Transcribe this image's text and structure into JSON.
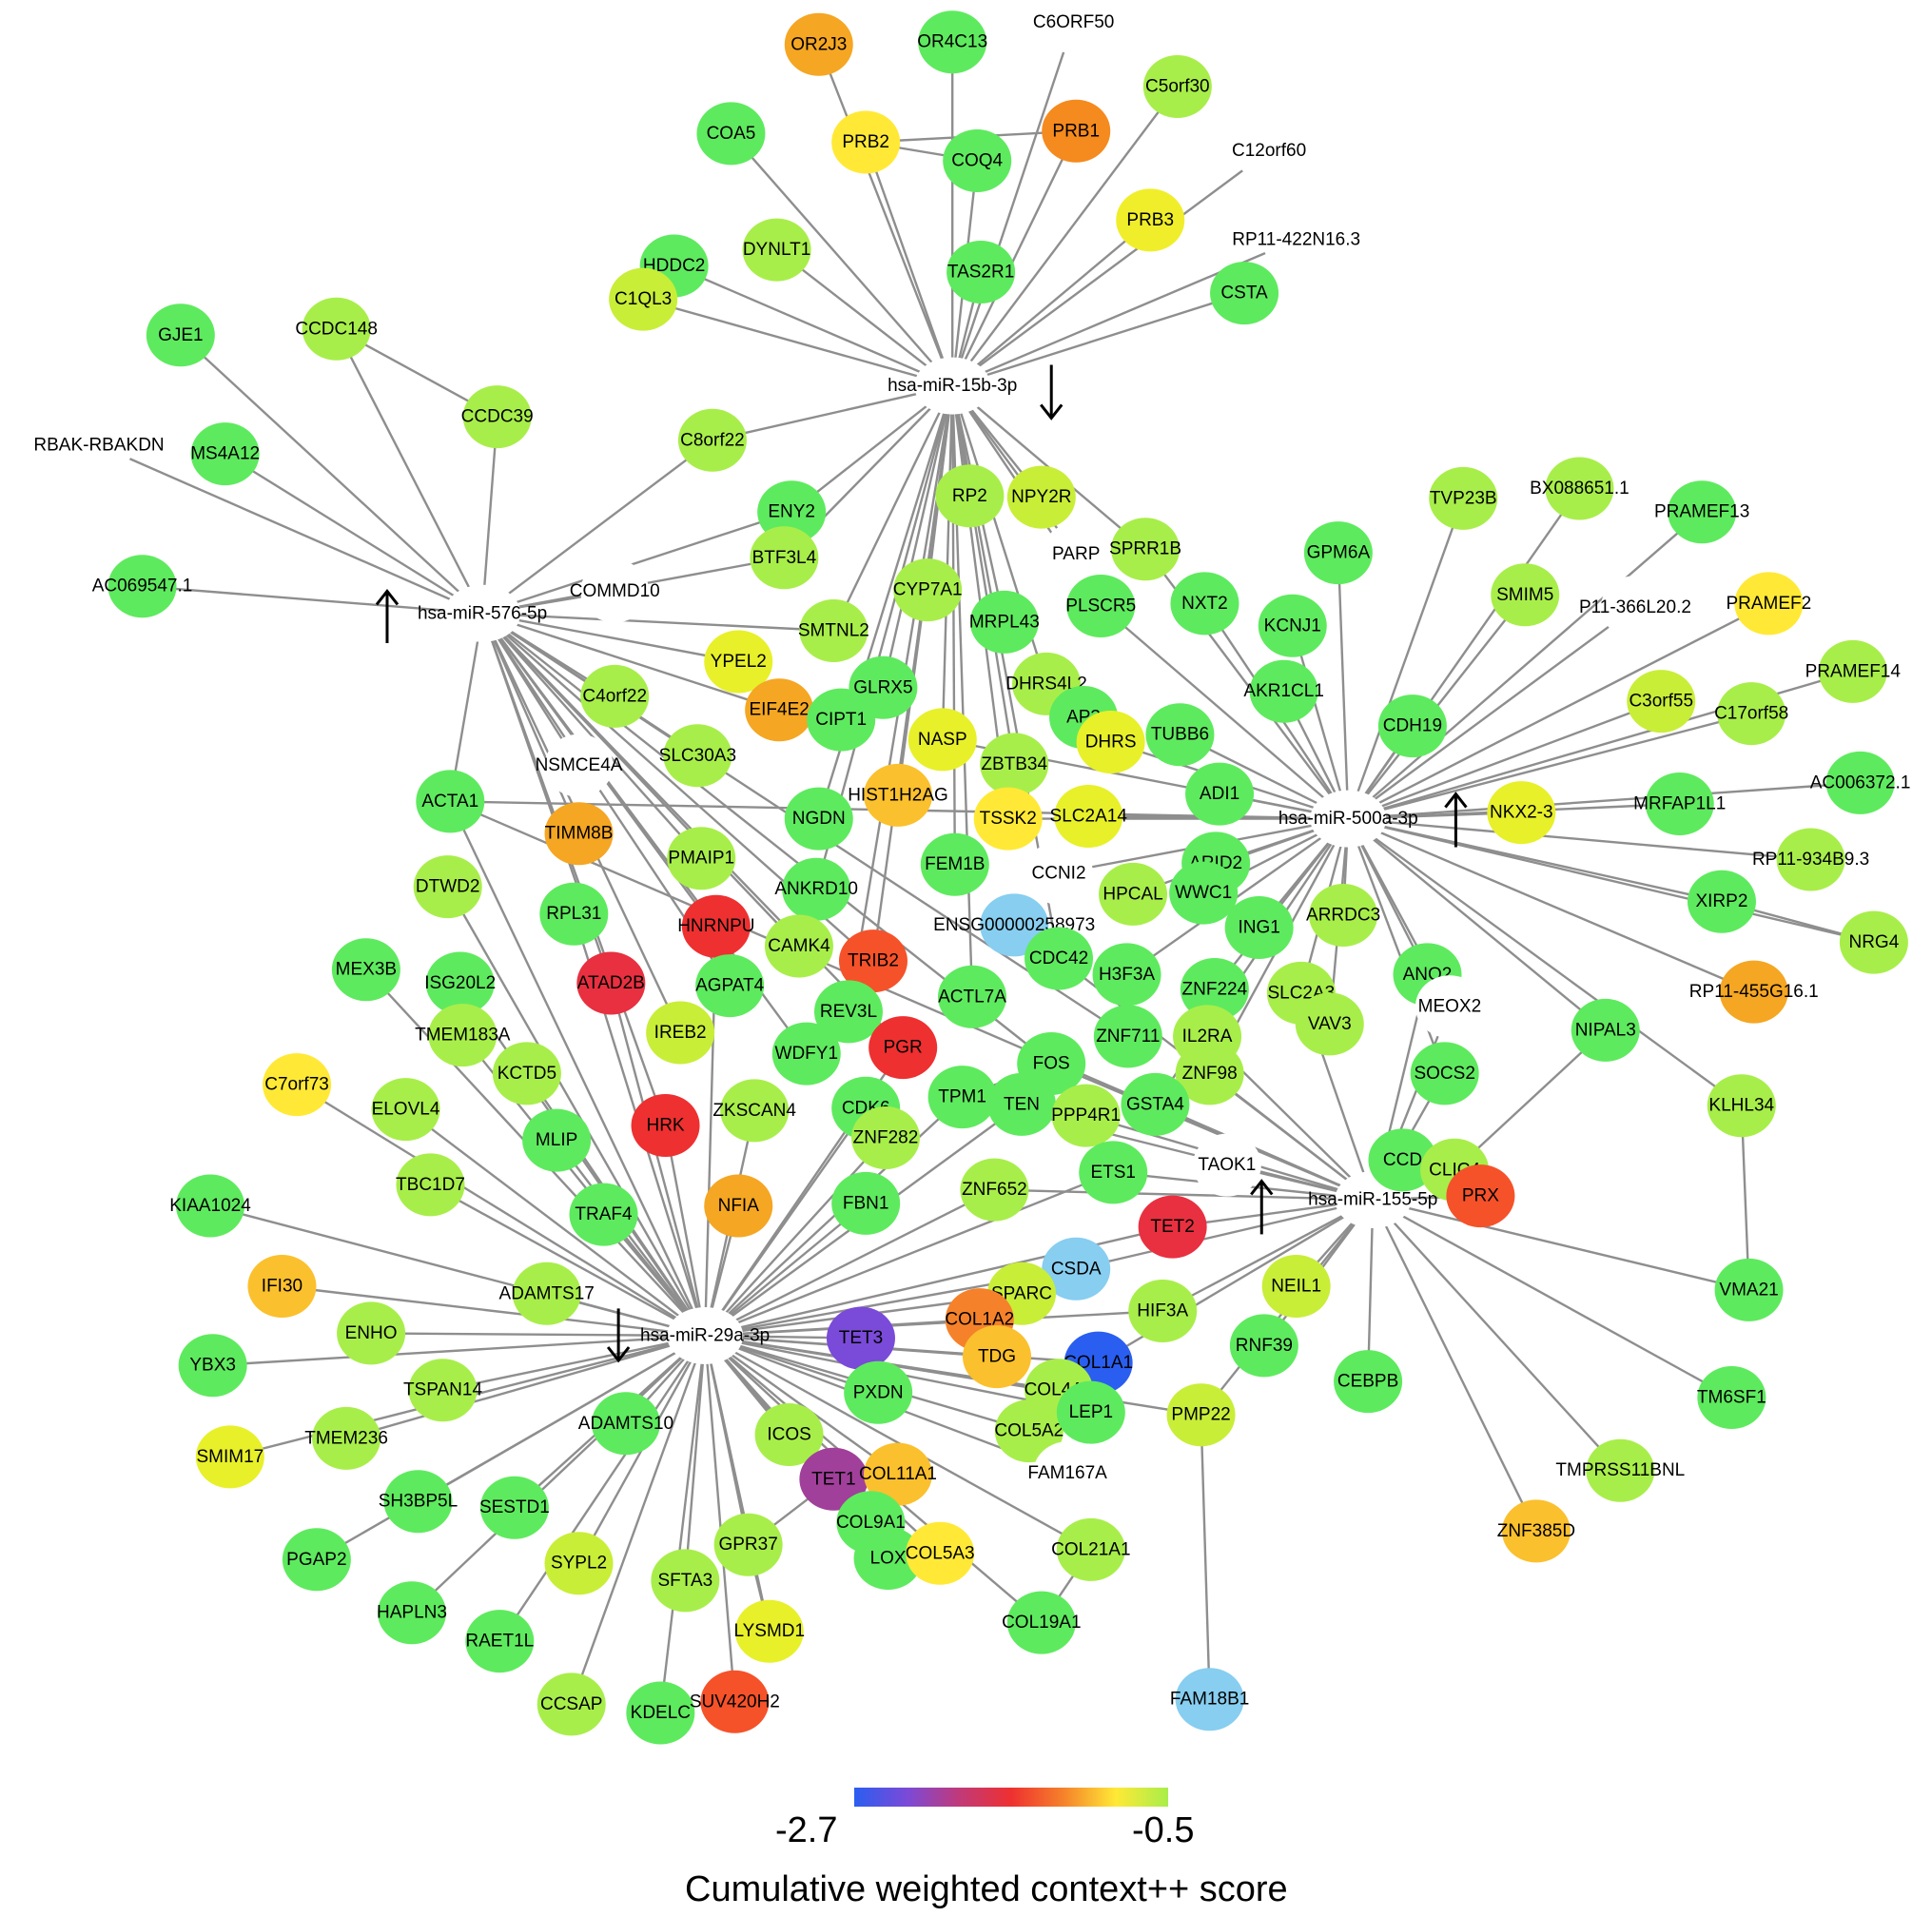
{
  "mirnas": [
    {
      "id": "m15b",
      "label": "hsa-miR-15b-3p",
      "direction": "down"
    },
    {
      "id": "m576",
      "label": "hsa-miR-576-5p",
      "direction": "up"
    },
    {
      "id": "m500",
      "label": "hsa-miR-500a-3p",
      "direction": "up"
    },
    {
      "id": "m155",
      "label": "hsa-miR-155-5p",
      "direction": "up"
    },
    {
      "id": "m29",
      "label": "hsa-miR-29a-3p",
      "direction": "down"
    }
  ],
  "genes": [
    {
      "label": "OR2J3",
      "color": "#f5a623"
    },
    {
      "label": "OR4C13",
      "color": "#5eea5e"
    },
    {
      "label": "C6ORF50",
      "color": "#ffffff"
    },
    {
      "label": "C5orf30",
      "color": "#a8ee4a"
    },
    {
      "label": "COA5",
      "color": "#5eea5e"
    },
    {
      "label": "PRB2",
      "color": "#ffe936"
    },
    {
      "label": "COQ4",
      "color": "#5eea5e"
    },
    {
      "label": "PRB1",
      "color": "#f58a1e"
    },
    {
      "label": "C12orf60",
      "color": "#ffffff"
    },
    {
      "label": "PRB3",
      "color": "#f0ee2a"
    },
    {
      "label": "RP11-422N16.3",
      "color": "#ffffff"
    },
    {
      "label": "DYNLT1",
      "color": "#a8ee4a"
    },
    {
      "label": "HDDC2",
      "color": "#5eea5e"
    },
    {
      "label": "C1QL3",
      "color": "#c8ee38"
    },
    {
      "label": "TAS2R1",
      "color": "#5eea5e"
    },
    {
      "label": "CSTA",
      "color": "#5eea5e"
    },
    {
      "label": "GJE1",
      "color": "#5eea5e"
    },
    {
      "label": "CCDC148",
      "color": "#a8ee4a"
    },
    {
      "label": "CCDC39",
      "color": "#a8ee4a"
    },
    {
      "label": "RBAK-RBAKDN",
      "color": "#ffffff"
    },
    {
      "label": "MS4A12",
      "color": "#5eea5e"
    },
    {
      "label": "C8orf22",
      "color": "#a8ee4a"
    },
    {
      "label": "ENY2",
      "color": "#5eea5e"
    },
    {
      "label": "RP2",
      "color": "#a8ee4a"
    },
    {
      "label": "NPY2R",
      "color": "#c8ee38"
    },
    {
      "label": "PARP",
      "color": "#ffffff"
    },
    {
      "label": "SPRR1B",
      "color": "#a8ee4a"
    },
    {
      "label": "AC069547.1",
      "color": "#5eea5e"
    },
    {
      "label": "COMMD10",
      "color": "#ffffff"
    },
    {
      "label": "BTF3L4",
      "color": "#a8ee4a"
    },
    {
      "label": "CYP7A1",
      "color": "#a8ee4a"
    },
    {
      "label": "PLSCR5",
      "color": "#5eea5e"
    },
    {
      "label": "NXT2",
      "color": "#5eea5e"
    },
    {
      "label": "GPM6A",
      "color": "#5eea5e"
    },
    {
      "label": "TVP23B",
      "color": "#a8ee4a"
    },
    {
      "label": "BX088651.1",
      "color": "#a8ee4a"
    },
    {
      "label": "PRAMEF13",
      "color": "#5eea5e"
    },
    {
      "label": "SMTNL2",
      "color": "#a8ee4a"
    },
    {
      "label": "MRPL43",
      "color": "#5eea5e"
    },
    {
      "label": "KCNJ1",
      "color": "#5eea5e"
    },
    {
      "label": "SMIM5",
      "color": "#a8ee4a"
    },
    {
      "label": "P11-366L20.2",
      "color": "#ffffff"
    },
    {
      "label": "PRAMEF2",
      "color": "#ffe936"
    },
    {
      "label": "YPEL2",
      "color": "#e8f02a"
    },
    {
      "label": "C4orf22",
      "color": "#a8ee4a"
    },
    {
      "label": "GLRX5",
      "color": "#5eea5e"
    },
    {
      "label": "DHRS4L2",
      "color": "#a8ee4a"
    },
    {
      "label": "AKR1CL1",
      "color": "#5eea5e"
    },
    {
      "label": "EIF4E2",
      "color": "#f5a623"
    },
    {
      "label": "CIPT1",
      "color": "#5eea5e"
    },
    {
      "label": "AP3",
      "color": "#5eea5e"
    },
    {
      "label": "CDH19",
      "color": "#5eea5e"
    },
    {
      "label": "PRAMEF14",
      "color": "#a8ee4a"
    },
    {
      "label": "C3orf55",
      "color": "#c8ee38"
    },
    {
      "label": "C17orf58",
      "color": "#a8ee4a"
    },
    {
      "label": "NSMCE4A",
      "color": "#ffffff"
    },
    {
      "label": "SLC30A3",
      "color": "#a8ee4a"
    },
    {
      "label": "NASP",
      "color": "#e8f02a"
    },
    {
      "label": "DHRS",
      "color": "#e8f02a"
    },
    {
      "label": "TUBB6",
      "color": "#5eea5e"
    },
    {
      "label": "ZBTB34",
      "color": "#a8ee4a"
    },
    {
      "label": "AC006372.1",
      "color": "#5eea5e"
    },
    {
      "label": "ACTA1",
      "color": "#5eea5e"
    },
    {
      "label": "HIST1H2AG",
      "color": "#fbc02d"
    },
    {
      "label": "ADI1",
      "color": "#5eea5e"
    },
    {
      "label": "NKX2-3",
      "color": "#e8f02a"
    },
    {
      "label": "MRFAP1L1",
      "color": "#5eea5e"
    },
    {
      "label": "TIMM8B",
      "color": "#f5a623"
    },
    {
      "label": "NGDN",
      "color": "#5eea5e"
    },
    {
      "label": "TSSK2",
      "color": "#ffe936"
    },
    {
      "label": "SLC2A14",
      "color": "#e8f02a"
    },
    {
      "label": "PMAIP1",
      "color": "#a8ee4a"
    },
    {
      "label": "FEM1B",
      "color": "#5eea5e"
    },
    {
      "label": "CCNI2",
      "color": "#ffffff"
    },
    {
      "label": "ARID2",
      "color": "#5eea5e"
    },
    {
      "label": "RP11-934B9.3",
      "color": "#a8ee4a"
    },
    {
      "label": "DTWD2",
      "color": "#a8ee4a"
    },
    {
      "label": "ANKRD10",
      "color": "#5eea5e"
    },
    {
      "label": "HPCAL",
      "color": "#a8ee4a"
    },
    {
      "label": "WWC1",
      "color": "#5eea5e"
    },
    {
      "label": "XIRP2",
      "color": "#5eea5e"
    },
    {
      "label": "RPL31",
      "color": "#5eea5e"
    },
    {
      "label": "HNRNPU",
      "color": "#ee3030"
    },
    {
      "label": "ENSG00000258973",
      "color": "#87cef0"
    },
    {
      "label": "ING1",
      "color": "#5eea5e"
    },
    {
      "label": "ARRDC3",
      "color": "#a8ee4a"
    },
    {
      "label": "NRG4",
      "color": "#a8ee4a"
    },
    {
      "label": "MEX3B",
      "color": "#5eea5e"
    },
    {
      "label": "CAMK4",
      "color": "#a8ee4a"
    },
    {
      "label": "TRIB2",
      "color": "#f5522a"
    },
    {
      "label": "CDC42",
      "color": "#5eea5e"
    },
    {
      "label": "ISG20L2",
      "color": "#5eea5e"
    },
    {
      "label": "ATAD2B",
      "color": "#e83040"
    },
    {
      "label": "AGPAT4",
      "color": "#5eea5e"
    },
    {
      "label": "H3F3A",
      "color": "#5eea5e"
    },
    {
      "label": "ZNF224",
      "color": "#5eea5e"
    },
    {
      "label": "SLC2A3",
      "color": "#a8ee4a"
    },
    {
      "label": "ANO2",
      "color": "#5eea5e"
    },
    {
      "label": "RP11-455G16.1",
      "color": "#f5a623"
    },
    {
      "label": "ACTL7A",
      "color": "#5eea5e"
    },
    {
      "label": "MEOX2",
      "color": "#ffffff"
    },
    {
      "label": "REV3L",
      "color": "#5eea5e"
    },
    {
      "label": "TMEM183A",
      "color": "#a8ee4a"
    },
    {
      "label": "IREB2",
      "color": "#c8ee38"
    },
    {
      "label": "ZNF711",
      "color": "#5eea5e"
    },
    {
      "label": "IL2RA",
      "color": "#a8ee4a"
    },
    {
      "label": "VAV3",
      "color": "#a8ee4a"
    },
    {
      "label": "NIPAL3",
      "color": "#5eea5e"
    },
    {
      "label": "PGR",
      "color": "#ee3030"
    },
    {
      "label": "WDFY1",
      "color": "#5eea5e"
    },
    {
      "label": "FOS",
      "color": "#5eea5e"
    },
    {
      "label": "C7orf73",
      "color": "#ffe936"
    },
    {
      "label": "KCTD5",
      "color": "#a8ee4a"
    },
    {
      "label": "ZNF98",
      "color": "#a8ee4a"
    },
    {
      "label": "SOCS2",
      "color": "#5eea5e"
    },
    {
      "label": "ELOVL4",
      "color": "#a8ee4a"
    },
    {
      "label": "HRK",
      "color": "#ee3030"
    },
    {
      "label": "ZKSCAN4",
      "color": "#a8ee4a"
    },
    {
      "label": "CDK6",
      "color": "#5eea5e"
    },
    {
      "label": "TPM1",
      "color": "#5eea5e"
    },
    {
      "label": "TEN",
      "color": "#5eea5e"
    },
    {
      "label": "PPP4R1",
      "color": "#a8ee4a"
    },
    {
      "label": "GSTA4",
      "color": "#5eea5e"
    },
    {
      "label": "KLHL34",
      "color": "#a8ee4a"
    },
    {
      "label": "MLIP",
      "color": "#5eea5e"
    },
    {
      "label": "ZNF282",
      "color": "#a8ee4a"
    },
    {
      "label": "CCD",
      "color": "#5eea5e"
    },
    {
      "label": "CLIC4",
      "color": "#a8ee4a"
    },
    {
      "label": "TBC1D7",
      "color": "#a8ee4a"
    },
    {
      "label": "ETS1",
      "color": "#5eea5e"
    },
    {
      "label": "TAOK1",
      "color": "#ffffff"
    },
    {
      "label": "PRX",
      "color": "#f5522a"
    },
    {
      "label": "KIAA1024",
      "color": "#5eea5e"
    },
    {
      "label": "TRAF4",
      "color": "#5eea5e"
    },
    {
      "label": "NFIA",
      "color": "#f5a623"
    },
    {
      "label": "FBN1",
      "color": "#5eea5e"
    },
    {
      "label": "ZNF652",
      "color": "#a8ee4a"
    },
    {
      "label": "TET2",
      "color": "#e83040"
    },
    {
      "label": "IFI30",
      "color": "#fbc02d"
    },
    {
      "label": "ADAMTS17",
      "color": "#a8ee4a"
    },
    {
      "label": "CSDA",
      "color": "#87cef0"
    },
    {
      "label": "SPARC",
      "color": "#c8ee38"
    },
    {
      "label": "NEIL1",
      "color": "#c8ee38"
    },
    {
      "label": "VMA21",
      "color": "#5eea5e"
    },
    {
      "label": "ENHO",
      "color": "#a8ee4a"
    },
    {
      "label": "TET3",
      "color": "#7a4ad8"
    },
    {
      "label": "COL1A2",
      "color": "#f5822a"
    },
    {
      "label": "HIF3A",
      "color": "#a8ee4a"
    },
    {
      "label": "YBX3",
      "color": "#5eea5e"
    },
    {
      "label": "TDG",
      "color": "#fbc02d"
    },
    {
      "label": "COL1A1",
      "color": "#2a5ef0"
    },
    {
      "label": "RNF39",
      "color": "#5eea5e"
    },
    {
      "label": "CEBPB",
      "color": "#5eea5e"
    },
    {
      "label": "TSPAN14",
      "color": "#a8ee4a"
    },
    {
      "label": "PXDN",
      "color": "#5eea5e"
    },
    {
      "label": "COL4A1",
      "color": "#a8ee4a"
    },
    {
      "label": "TM6SF1",
      "color": "#5eea5e"
    },
    {
      "label": "PMP22",
      "color": "#c8ee38"
    },
    {
      "label": "ADAMTS10",
      "color": "#5eea5e"
    },
    {
      "label": "SMIM17",
      "color": "#e8f02a"
    },
    {
      "label": "TMEM236",
      "color": "#a8ee4a"
    },
    {
      "label": "ICOS",
      "color": "#a8ee4a"
    },
    {
      "label": "COL5A2",
      "color": "#a8ee4a"
    },
    {
      "label": "LEP1",
      "color": "#5eea5e"
    },
    {
      "label": "TET1",
      "color": "#a0409a"
    },
    {
      "label": "COL11A1",
      "color": "#fbc02d"
    },
    {
      "label": "FAM167A",
      "color": "#ffffff"
    },
    {
      "label": "TMPRSS11BNL",
      "color": "#a8ee4a"
    },
    {
      "label": "SH3BP5L",
      "color": "#5eea5e"
    },
    {
      "label": "SESTD1",
      "color": "#5eea5e"
    },
    {
      "label": "COL9A1",
      "color": "#5eea5e"
    },
    {
      "label": "ZNF385D",
      "color": "#fbc02d"
    },
    {
      "label": "PGAP2",
      "color": "#5eea5e"
    },
    {
      "label": "GPR37",
      "color": "#a8ee4a"
    },
    {
      "label": "SYPL2",
      "color": "#c8ee38"
    },
    {
      "label": "COL21A1",
      "color": "#a8ee4a"
    },
    {
      "label": "LOX",
      "color": "#5eea5e"
    },
    {
      "label": "COL5A3",
      "color": "#ffe936"
    },
    {
      "label": "HAPLN3",
      "color": "#5eea5e"
    },
    {
      "label": "SFTA3",
      "color": "#a8ee4a"
    },
    {
      "label": "RAET1L",
      "color": "#5eea5e"
    },
    {
      "label": "COL19A1",
      "color": "#5eea5e"
    },
    {
      "label": "LYSMD1",
      "color": "#e8f02a"
    },
    {
      "label": "FAM18B1",
      "color": "#87cef0"
    },
    {
      "label": "CCSAP",
      "color": "#a8ee4a"
    },
    {
      "label": "KDELC",
      "color": "#5eea5e"
    },
    {
      "label": "SUV420H2",
      "color": "#f5522a"
    }
  ],
  "legend": {
    "min_label": "-2.7",
    "max_label": "-0.5",
    "title": "Cumulative weighted context++ score",
    "gradient_colors": [
      "#2a5ef0",
      "#7a4ad8",
      "#c03a7a",
      "#ee3030",
      "#f5822a",
      "#ffe936",
      "#a8ee4a"
    ]
  }
}
